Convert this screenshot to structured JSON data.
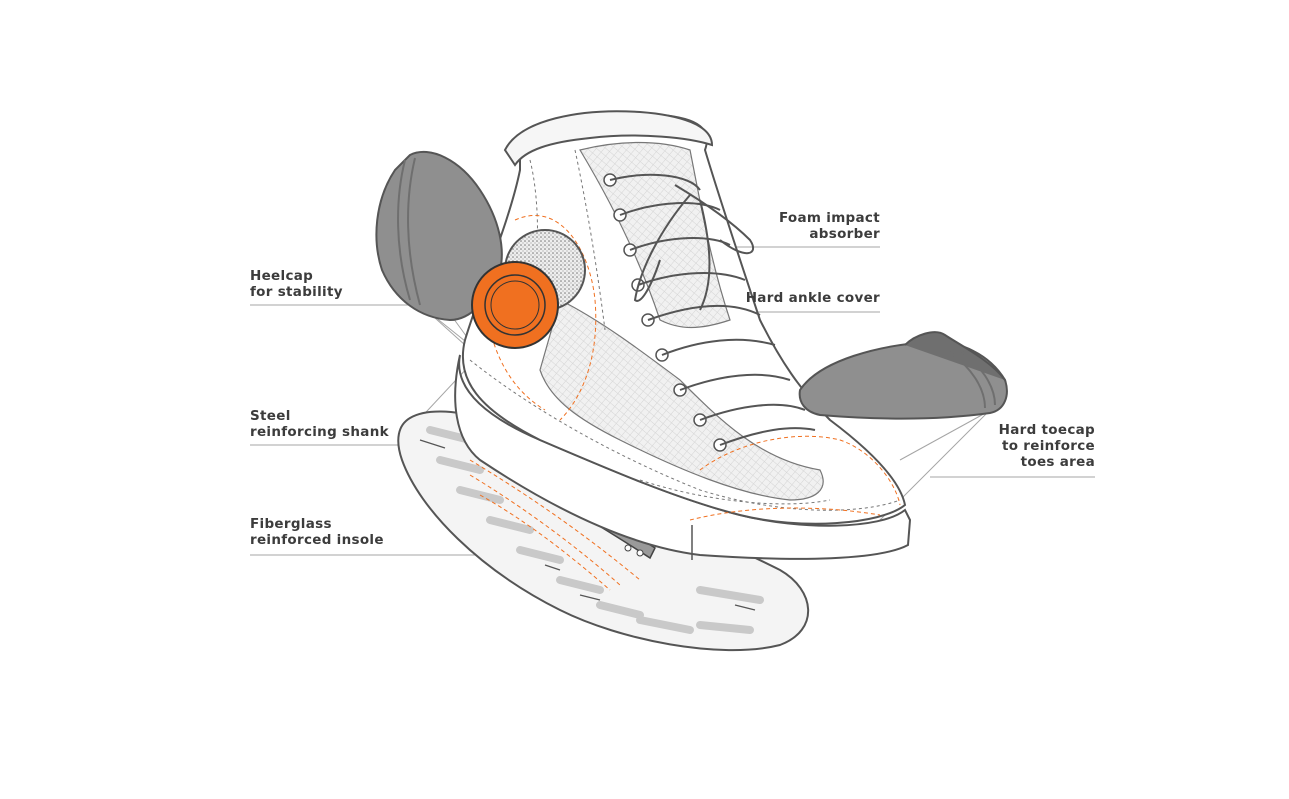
{
  "callouts": {
    "heelcap": {
      "line1": "Heelcap",
      "line2": "for stability"
    },
    "steel_shank": {
      "line1": "Steel",
      "line2": "reinforcing shank"
    },
    "insole": {
      "line1": "Fiberglass",
      "line2": "reinforced insole"
    },
    "foam": {
      "line1": "Foam impact",
      "line2": "absorber"
    },
    "ankle_cover": {
      "line1": "Hard ankle cover"
    },
    "toecap": {
      "line1": "Hard toecap",
      "line2": "to reinforce",
      "line3": "toes area"
    }
  },
  "colors": {
    "accent": "#f07020",
    "part_grey": "#8e8e8e",
    "part_grey_dark": "#6e6e6e",
    "outline": "#555555",
    "leader": "#999999",
    "text": "#3c3c3c"
  }
}
